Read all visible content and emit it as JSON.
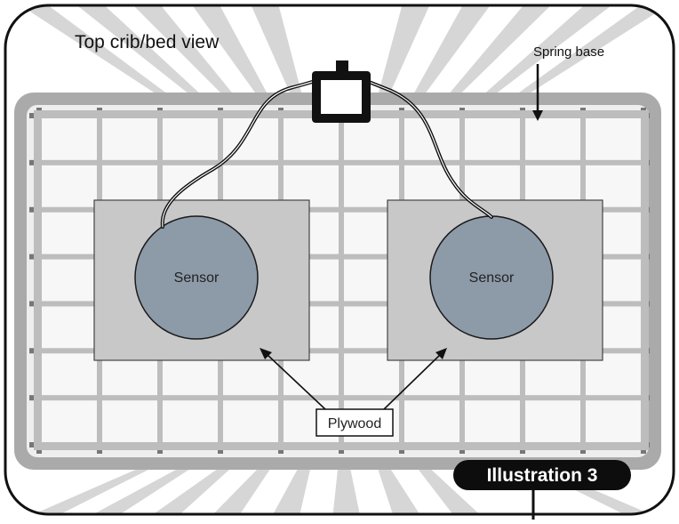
{
  "title": "Top crib/bed view",
  "labels": {
    "spring_base": "Spring base",
    "sensor_left": "Sensor",
    "sensor_right": "Sensor",
    "plywood": "Plywood",
    "illustration": "Illustration 3"
  },
  "colors": {
    "outline": "#111111",
    "rail": "#aaaaaa",
    "mesh_bg": "#eeeeee",
    "mesh_line": "#bdbdbd",
    "grid_cell": "#f7f7f7",
    "plywood": "#c8c8c8",
    "sensor": "#8d9aa8",
    "stripe": "#d6d6d6",
    "badge": "#0d0d0d"
  },
  "grid": {
    "columns": 10,
    "rows": 7
  }
}
